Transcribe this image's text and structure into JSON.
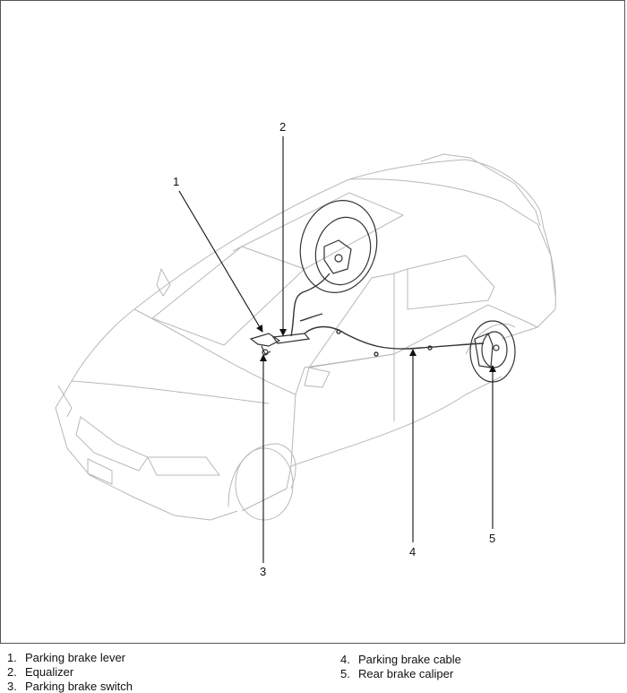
{
  "callouts": {
    "c1": "1",
    "c2": "2",
    "c3": "3",
    "c4": "4",
    "c5": "5"
  },
  "legend": [
    {
      "num": "1.",
      "label": "Parking brake lever"
    },
    {
      "num": "2.",
      "label": "Equalizer"
    },
    {
      "num": "3.",
      "label": "Parking brake switch"
    },
    {
      "num": "4.",
      "label": "Parking brake cable"
    },
    {
      "num": "5.",
      "label": "Rear brake caliper"
    }
  ]
}
